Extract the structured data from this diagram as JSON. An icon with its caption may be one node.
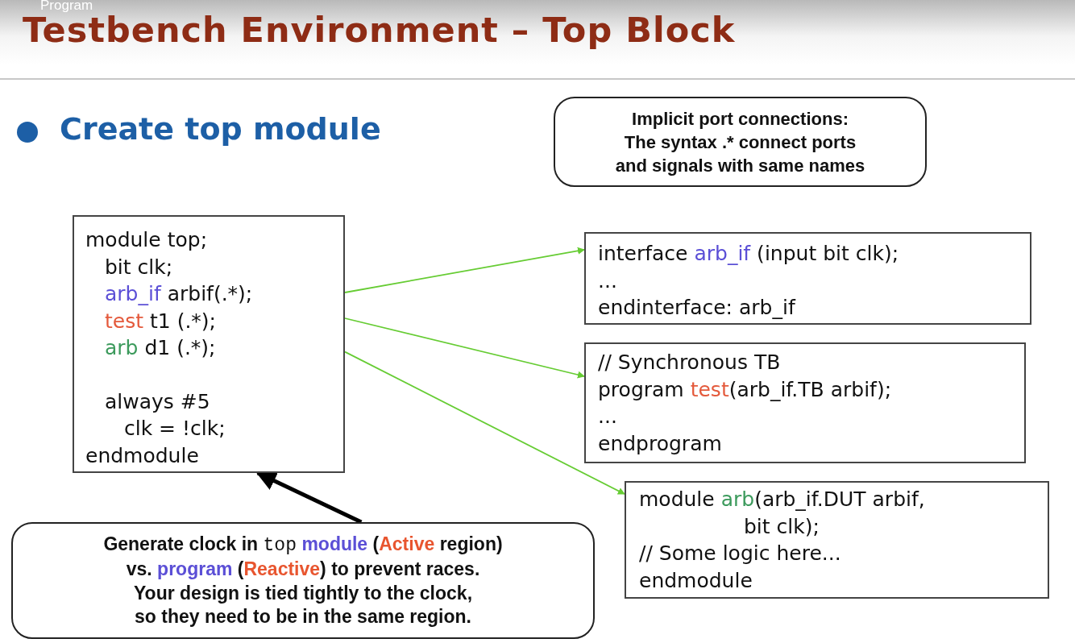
{
  "diagram": {
    "title": "Testbench Environment – Top Block",
    "nodes": [
      {
        "text": [
          "module top;",
          "bit clk;",
          "arb_if arbif(.*);",
          "test t1 (.*);",
          "arb d1 (.*);",
          "always #5",
          "clk = !clk;",
          "endmodule"
        ]
      },
      {
        "text": [
          "Implicit port connections: The syntax .* connect ports and signals with same names"
        ]
      },
      {
        "text": [
          "interface arb_if (input bit clk);",
          "...",
          "endinterface: arb_if"
        ]
      },
      {
        "text": [
          "// Synchronous TB",
          "program test(arb_if.TB arbif);",
          "...",
          "endprogram"
        ]
      },
      {
        "text": [
          "module arb(arb_if.DUT arbif,",
          "bit clk);",
          "// Some logic here...",
          "endmodule"
        ]
      },
      {
        "text": [
          "Generate clock in top module (Active region) vs. program (Reactive) to prevent races. Your design is tied tightly to the clock, so they need to be in the same region."
        ]
      }
    ],
    "edges": [
      {
        "from": 0,
        "to": 2,
        "arrow": "to"
      },
      {
        "from": 0,
        "to": 3,
        "arrow": "to"
      },
      {
        "from": 0,
        "to": 4,
        "arrow": "to"
      },
      {
        "from": 5,
        "to": 0,
        "arrow": "to",
        "style": "thick",
        "color": "#000000"
      }
    ],
    "labels": [
      "Program",
      "Create top module"
    ]
  }
}
